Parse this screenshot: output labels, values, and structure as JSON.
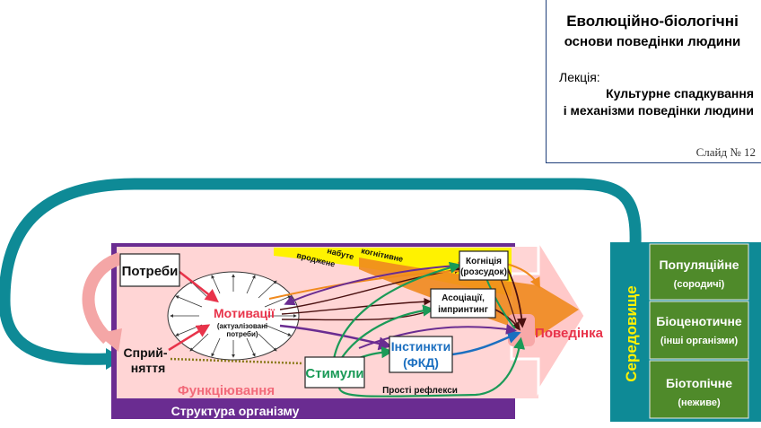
{
  "slide": {
    "title_line1": "Еволюційно-біологічні",
    "title_line2": "основи поведінки людини",
    "lecture_label": "Лекція:",
    "lecture_title_line1": "Культурне спадкування",
    "lecture_title_line2": "і механізми поведінки людини",
    "slide_number": "Слайд № 12"
  },
  "diagram": {
    "needs": "Потреби",
    "motivations": "Мотивації",
    "motivations_sub1": "(актуалізовані",
    "motivations_sub2": "потреби)",
    "perception_line1": "Сприй-",
    "perception_line2": "няття",
    "stimuli": "Стимули",
    "instincts_line1": "Інстинкти",
    "instincts_line2": "(ФКД)",
    "cognition_line1": "Когніція",
    "cognition_line2": "(розсудок)",
    "associations_line1": "Асоціації,",
    "associations_line2": "імпринтинг",
    "simple_reflexes": "Прості рефлекси",
    "behavior": "Поведінка",
    "functioning": "Функціювання",
    "organism_structure": "Структура організму",
    "label_innate": "вроджене",
    "label_acquired": "набуте",
    "label_cognitive": "когнітивне"
  },
  "environment": {
    "title": "Середовище",
    "boxes": [
      {
        "line1": "Популяційне",
        "line2": "(сородичі)"
      },
      {
        "line1": "Біоценотичне",
        "line2": "(інші організми)"
      },
      {
        "line1": "Біотопічне",
        "line2": "(неживе)"
      }
    ]
  },
  "colors": {
    "teal": "#0e8a96",
    "purple": "#6a2c91",
    "green_box": "#4f8a2a",
    "orange": "#f08a1e",
    "yellow": "#fff200",
    "pink": "#ffd5d5",
    "red_text": "#e8334a"
  }
}
